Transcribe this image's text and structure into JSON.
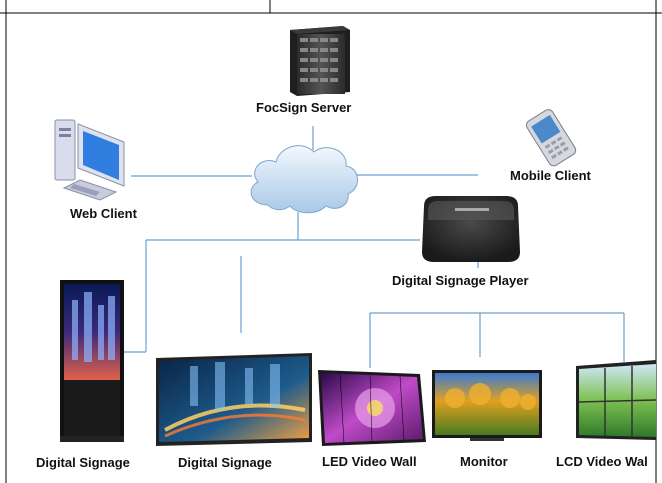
{
  "nodes": {
    "server": "FocSign Server",
    "web_client": "Web Client",
    "mobile_client": "Mobile Client",
    "player": "Digital Signage Player",
    "signage_1": "Digital Signage",
    "signage_2": "Digital Signage",
    "led_wall": "LED Video Wall",
    "monitor": "Monitor",
    "lcd_wall": "LCD Video Wal"
  },
  "colors": {
    "connector": "#6a9fd4",
    "border": "#000000",
    "cloud": "#c8dcf0"
  },
  "icons": [
    "server-icon",
    "desktop-computer-icon",
    "mobile-phone-icon",
    "cloud-icon",
    "media-player-icon",
    "vertical-signage-icon",
    "landscape-display-icon",
    "led-video-wall-icon",
    "monitor-icon",
    "lcd-video-wall-icon"
  ]
}
